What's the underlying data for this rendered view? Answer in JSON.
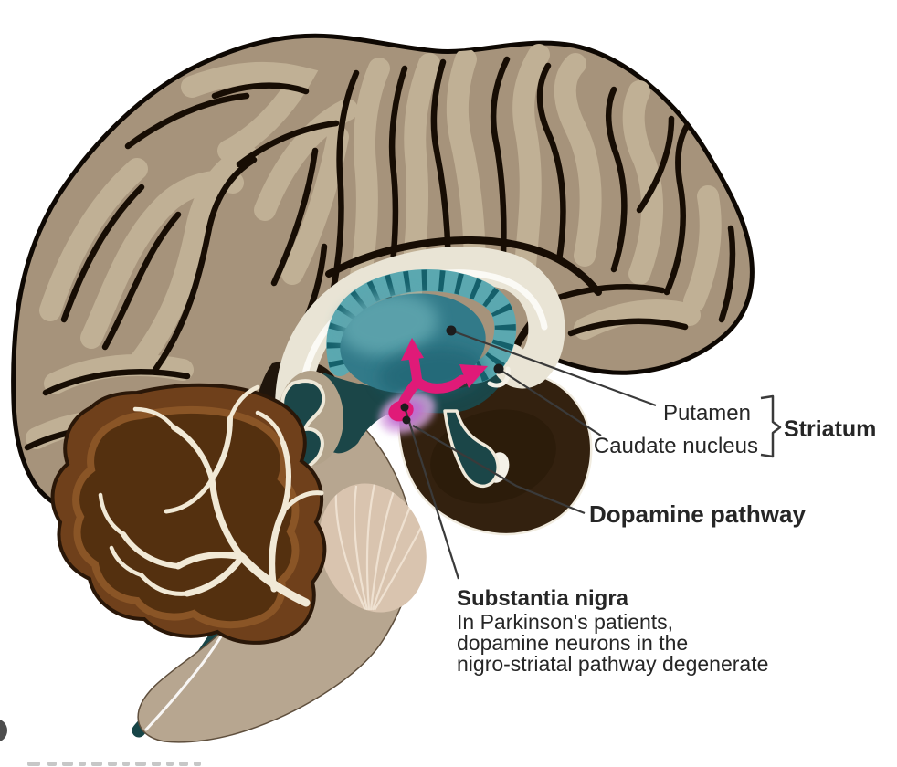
{
  "figure": {
    "labels": {
      "putamen": "Putamen",
      "caudate_nucleus": "Caudate nucleus",
      "striatum": "Striatum",
      "dopamine_pathway": "Dopamine pathway",
      "substantia_nigra": "Substantia nigra",
      "substantia_nigra_note": [
        "In Parkinson's patients,",
        "dopamine neurons in the",
        "nigro-striatal pathway degenerate"
      ]
    },
    "colors": {
      "background": "#ffffff",
      "cerebrum_base": "#a6937b",
      "gyri_light": "#c0b095",
      "sulci_dark": "#170d04",
      "cerebellum_outer": "#6f401b",
      "cerebellum_inner": "#54300f",
      "arbor_vitae_white": "#f1e9d6",
      "brainstem_tan": "#b7a690",
      "pons_tan": "#d9c4af",
      "teal_band": "#174547",
      "caudate_rim_teal": "#5ba8b0",
      "striation_teal": "#15606b",
      "putamen_teal": "#327a89",
      "deep_teal": "#1b4648",
      "thalamus_brown": "#33210f",
      "corpus_callosum_cream": "#e9e4d5",
      "dopamine_magenta": "#e01a78",
      "substantia_nigra_violet": "#c06cd0",
      "glow_lavender": "#d9a9e3",
      "label_text": "#262626",
      "callout_line": "#3a3a3a"
    }
  }
}
